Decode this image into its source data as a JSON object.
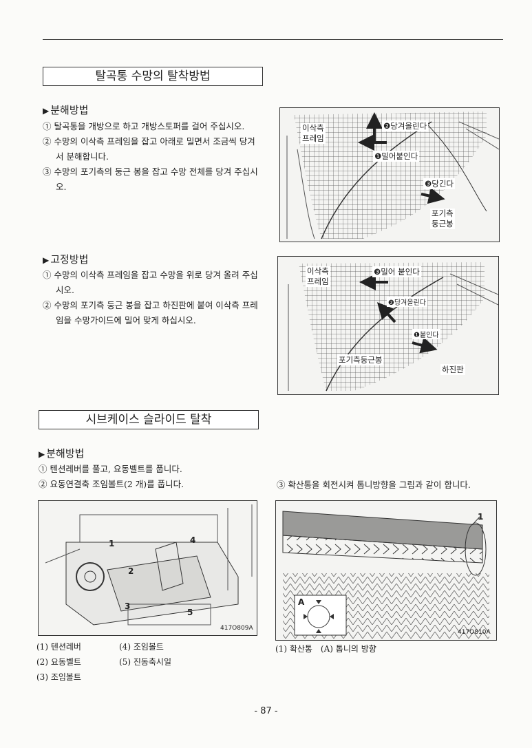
{
  "section1": {
    "title": "탈곡통 수망의 탈착방법",
    "disassembly": {
      "heading": "분해방법",
      "steps": [
        "① 탈곡통을 개방으로 하고 개방스토퍼를 걸어 주십시오.",
        "② 수망의 이삭측 프레임을 잡고 아래로 밀면서 조금씩 당겨서 분해합니다.",
        "③ 수망의 포기측의 둥근 봉을 잡고 수망 전체를 당겨 주십시오."
      ]
    },
    "fixing": {
      "heading": "고정방법",
      "steps": [
        "① 수망의 이삭측 프레임을 잡고 수망을 위로 당겨 올려 주십시오.",
        "② 수망의 포기측 둥근 봉을 잡고 하진판에 붙여 이삭측 프레임을 수망가이드에 밀어 맞게 하십시오."
      ]
    },
    "figure1": {
      "label_frame": "이삭측\n프레임",
      "label_pull_up": "❷당겨올린다",
      "label_push": "❶밀어붙인다",
      "label_pull": "❸당긴다",
      "label_rod": "포기측\n둥근봉"
    },
    "figure2": {
      "label_frame": "이삭측\n프레임",
      "label_push": "❸밀어 붙인다",
      "label_pull_up": "❷당겨올린다",
      "label_attach": "❶붙인다",
      "label_rod": "포기측둥근봉",
      "label_plate": "하진판"
    }
  },
  "section2": {
    "title": "시브케이스 슬라이드 탈착",
    "disassembly": {
      "heading": "분해방법",
      "steps": [
        "① 텐션레버를 풀고, 요동벨트를 풉니다.",
        "② 요동연결축 조임볼트(2 개)를 풉니다."
      ]
    },
    "step3": "③ 확산통을 회전시켜 톱니방향을 그림과 같이 합니다.",
    "figure_left": {
      "code": "417O809A",
      "callouts": [
        "1",
        "2",
        "3",
        "4",
        "5"
      ],
      "legend": [
        [
          "(1) 텐션레버",
          "(4) 조임볼트"
        ],
        [
          "(2) 요동벨트",
          "(5) 진동축시일"
        ],
        [
          "(3) 조임볼트",
          ""
        ]
      ]
    },
    "figure_right": {
      "code": "417O810A",
      "callout": "1",
      "inset_label": "A",
      "legend": "(1) 확산통　(A) 톱니의 방향"
    }
  },
  "page_number": "- 87 -"
}
